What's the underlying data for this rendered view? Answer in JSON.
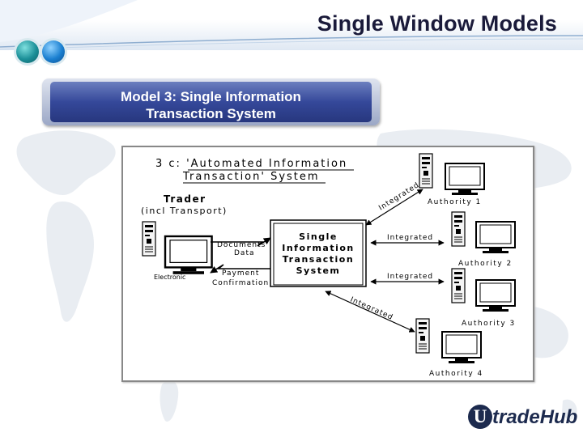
{
  "slide": {
    "title": "Single Window Models",
    "model_title_line1": "Model 3: Single Information",
    "model_title_line2": "Transaction System"
  },
  "diagram": {
    "heading_line1": "3  c:  'Automated  Information",
    "heading_line2": "Transaction'  System",
    "trader_line1": "Trader",
    "trader_line2": "(incl  Transport)",
    "electronic": "Electronic",
    "documents_line1": "Documents",
    "documents_line2": "Data",
    "payment_line1": "Payment",
    "payment_line2": "Confirmation",
    "center_line1": "Single",
    "center_line2": "Information",
    "center_line3": "Transaction",
    "center_line4": "System",
    "integrated_1": "Integrated",
    "integrated_2": "Integrated",
    "integrated_3": "Integrated",
    "integrated_4": "Integrated",
    "authority_1": "Authority  1",
    "authority_2": "Authority  2",
    "authority_3": "Authority  3",
    "authority_4": "Authority  4"
  },
  "logo": {
    "mark": "U",
    "text": "tradeHub"
  }
}
